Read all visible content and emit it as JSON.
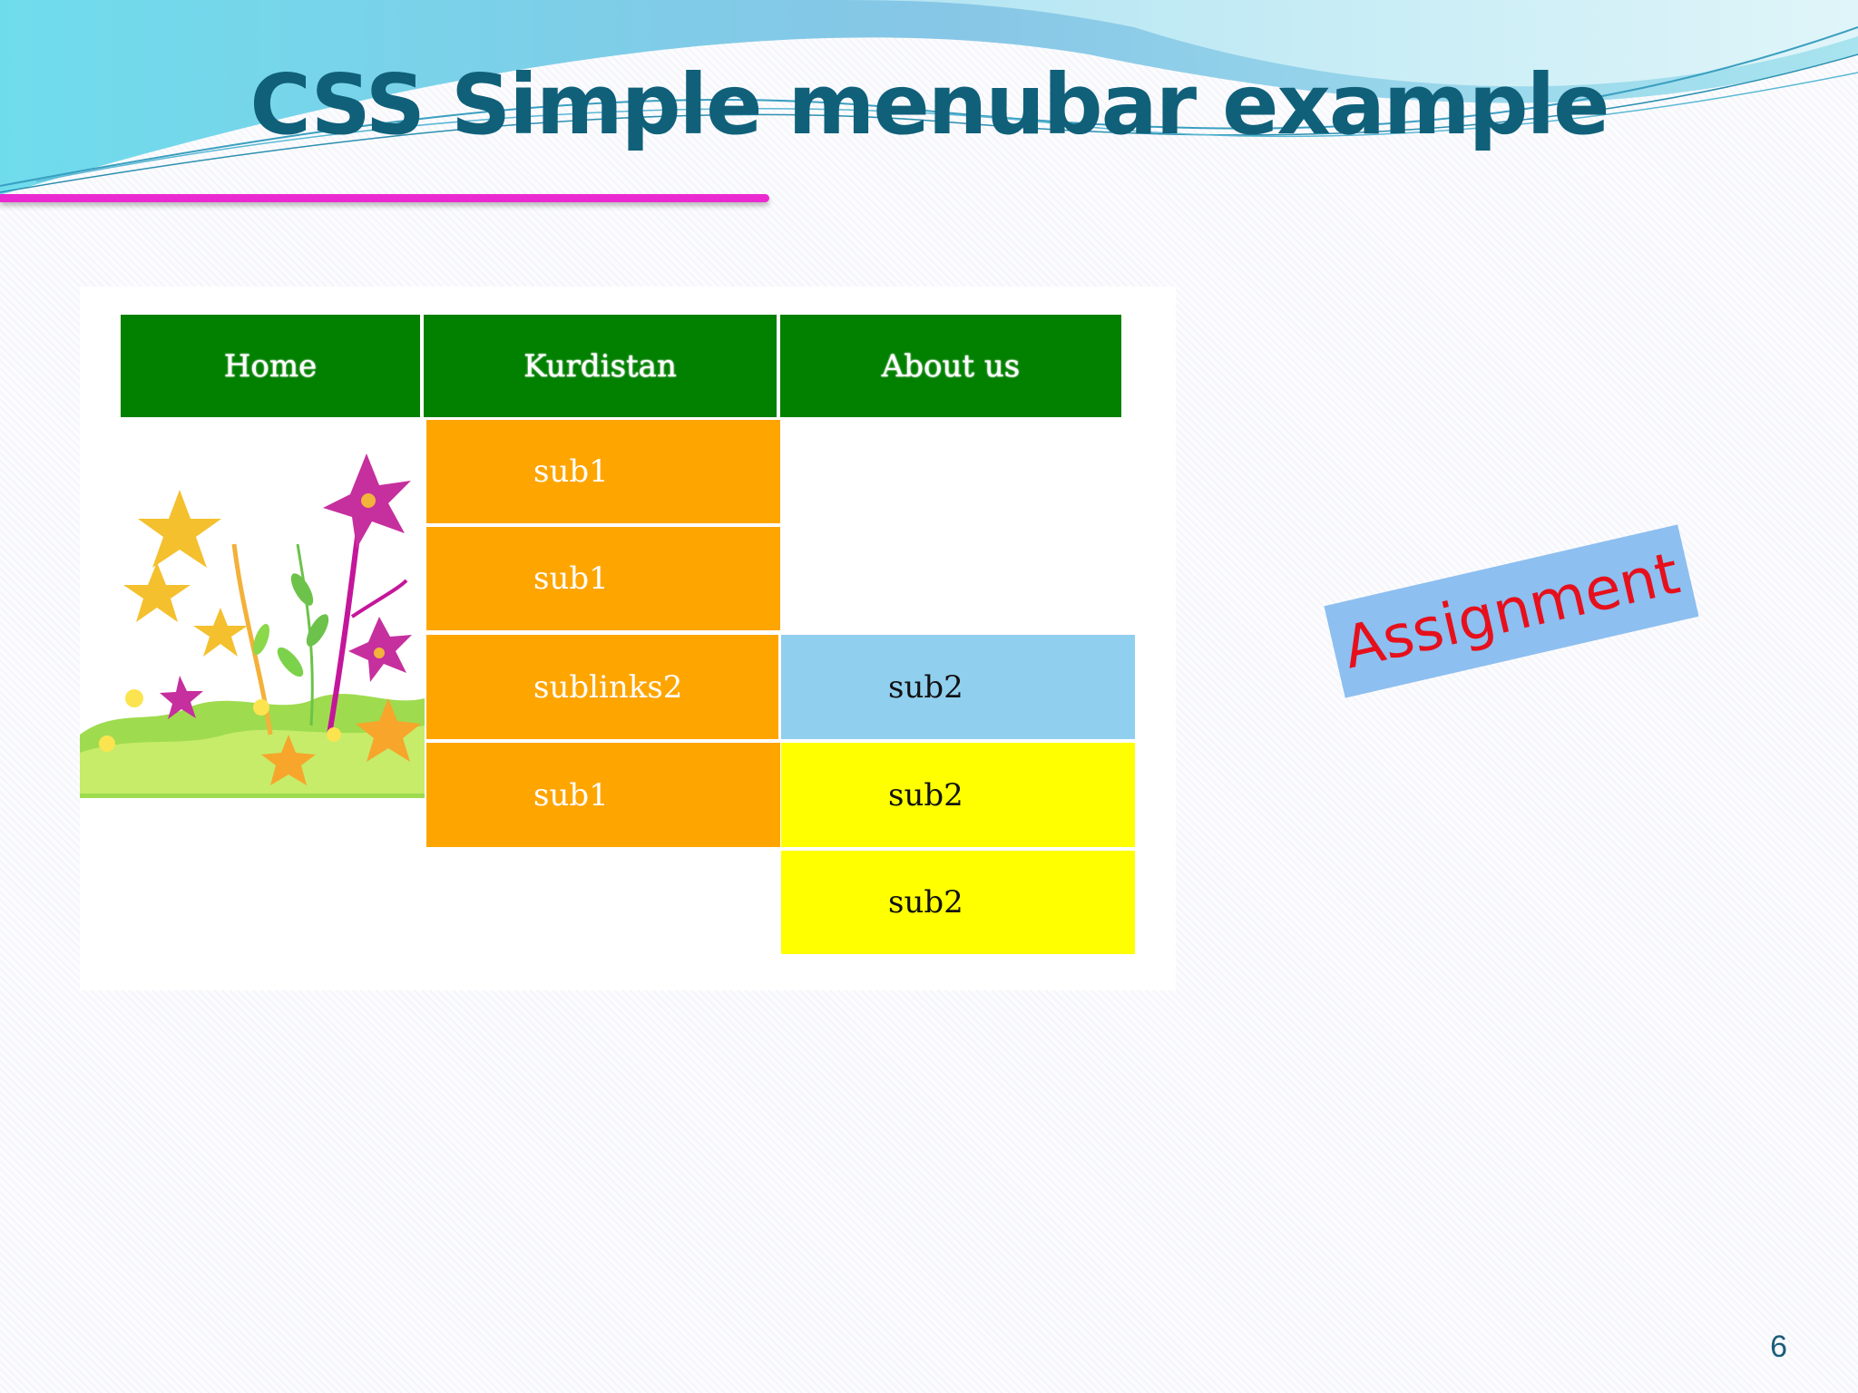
{
  "slide": {
    "title": "CSS Simple menubar example",
    "page_number": "6",
    "assignment_label": "Assignment"
  },
  "menu": {
    "top_items": [
      "Home",
      "Kurdistan",
      "About us"
    ],
    "kurdistan_submenu": [
      "sub1",
      "sub1",
      "sublinks2",
      "sub1"
    ],
    "sublinks2_submenu": [
      "sub2",
      "sub2",
      "sub2"
    ]
  },
  "colors": {
    "title": "#10607a",
    "accent_line": "#ea2ad0",
    "menu_top": "#028000",
    "submenu_orange": "#ffa500",
    "submenu_blue": "#90cfee",
    "submenu_yellow": "#ffff00",
    "assignment_bg": "#8dbff0",
    "assignment_text": "#e6101c"
  },
  "images": {
    "decoration": "flower-illustration"
  }
}
